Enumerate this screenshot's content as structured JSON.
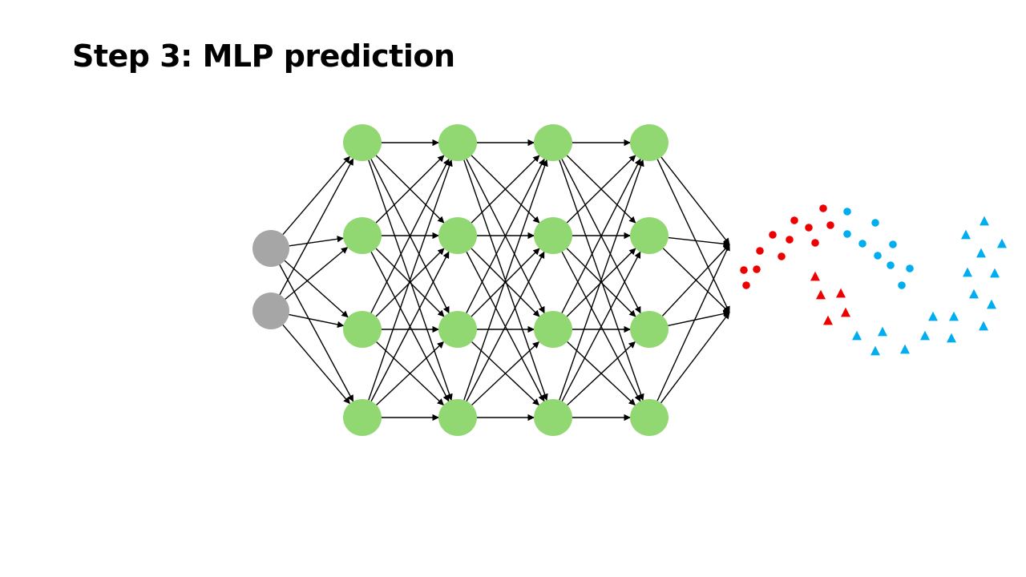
{
  "title": "Step 3: MLP prediction",
  "colors": {
    "input_node": "#a6a6a6",
    "hidden_node": "#92d872",
    "edge": "#000000",
    "class_a": "#ee0000",
    "class_b": "#00aeef"
  },
  "network": {
    "layers": [
      {
        "name": "input",
        "node_count": 2
      },
      {
        "name": "hidden-1",
        "node_count": 4
      },
      {
        "name": "hidden-2",
        "node_count": 4
      },
      {
        "name": "hidden-3",
        "node_count": 4
      },
      {
        "name": "hidden-4",
        "node_count": 4
      },
      {
        "name": "output",
        "node_count": 2
      }
    ]
  },
  "prediction_plot": {
    "marker_shapes": {
      "class_a": "circle",
      "class_b": "triangle"
    }
  }
}
